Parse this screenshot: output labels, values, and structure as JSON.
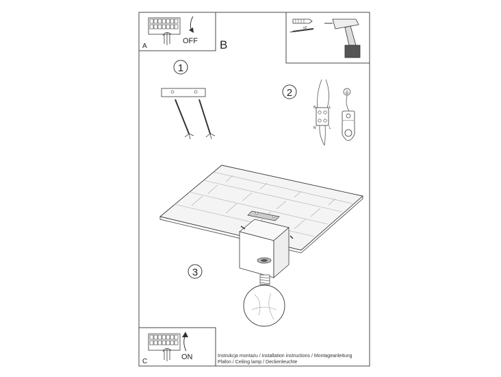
{
  "panels": {
    "a": {
      "letter": "A",
      "switch_state": "OFF"
    },
    "b": {
      "letter": "B"
    },
    "c": {
      "letter": "C",
      "switch_state": "ON"
    }
  },
  "tools": {
    "quantity": "x2"
  },
  "steps": {
    "one": "1",
    "two": "2",
    "three": "3"
  },
  "terminal_labels": {
    "n_top": "N",
    "l_top": "L",
    "n_bottom": "N",
    "l_bottom": "L"
  },
  "captions": {
    "line1": "Instrukcja montażu / installation instructions / Montageanleitung",
    "line2": "Plafon / Ceiling lamp / Deckenleuchte"
  },
  "colors": {
    "line": "#333333",
    "light": "#888888",
    "ceiling_fill": "#f4f4f4",
    "metal": "#cccccc"
  }
}
